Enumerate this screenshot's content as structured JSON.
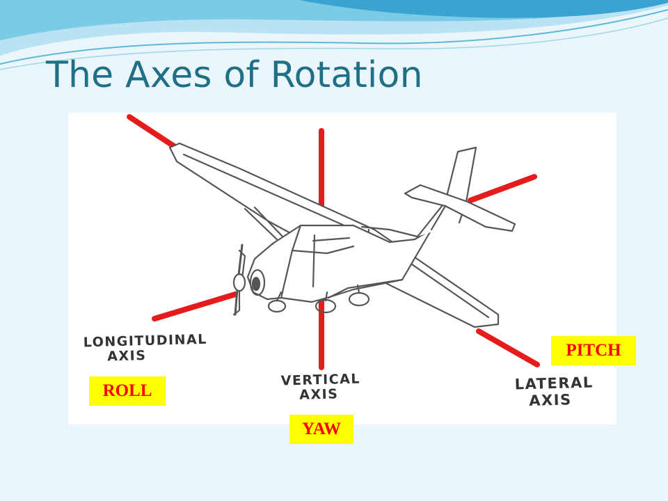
{
  "slide": {
    "title": "The Axes of Rotation"
  },
  "diagram": {
    "axes": [
      {
        "id": "longitudinal",
        "label_line1": "LONGITUDINAL",
        "label_line2": "AXIS",
        "motion": "ROLL"
      },
      {
        "id": "vertical",
        "label_line1": "VERTICAL",
        "label_line2": "AXIS",
        "motion": "YAW"
      },
      {
        "id": "lateral",
        "label_line1": "LATERAL",
        "label_line2": "AXIS",
        "motion": "PITCH"
      }
    ],
    "colors": {
      "axis_line": "#e51c1c",
      "tag_background": "#ffff00",
      "tag_text": "#ff0000",
      "title": "#1f6f86",
      "sketch": "#555555"
    }
  }
}
